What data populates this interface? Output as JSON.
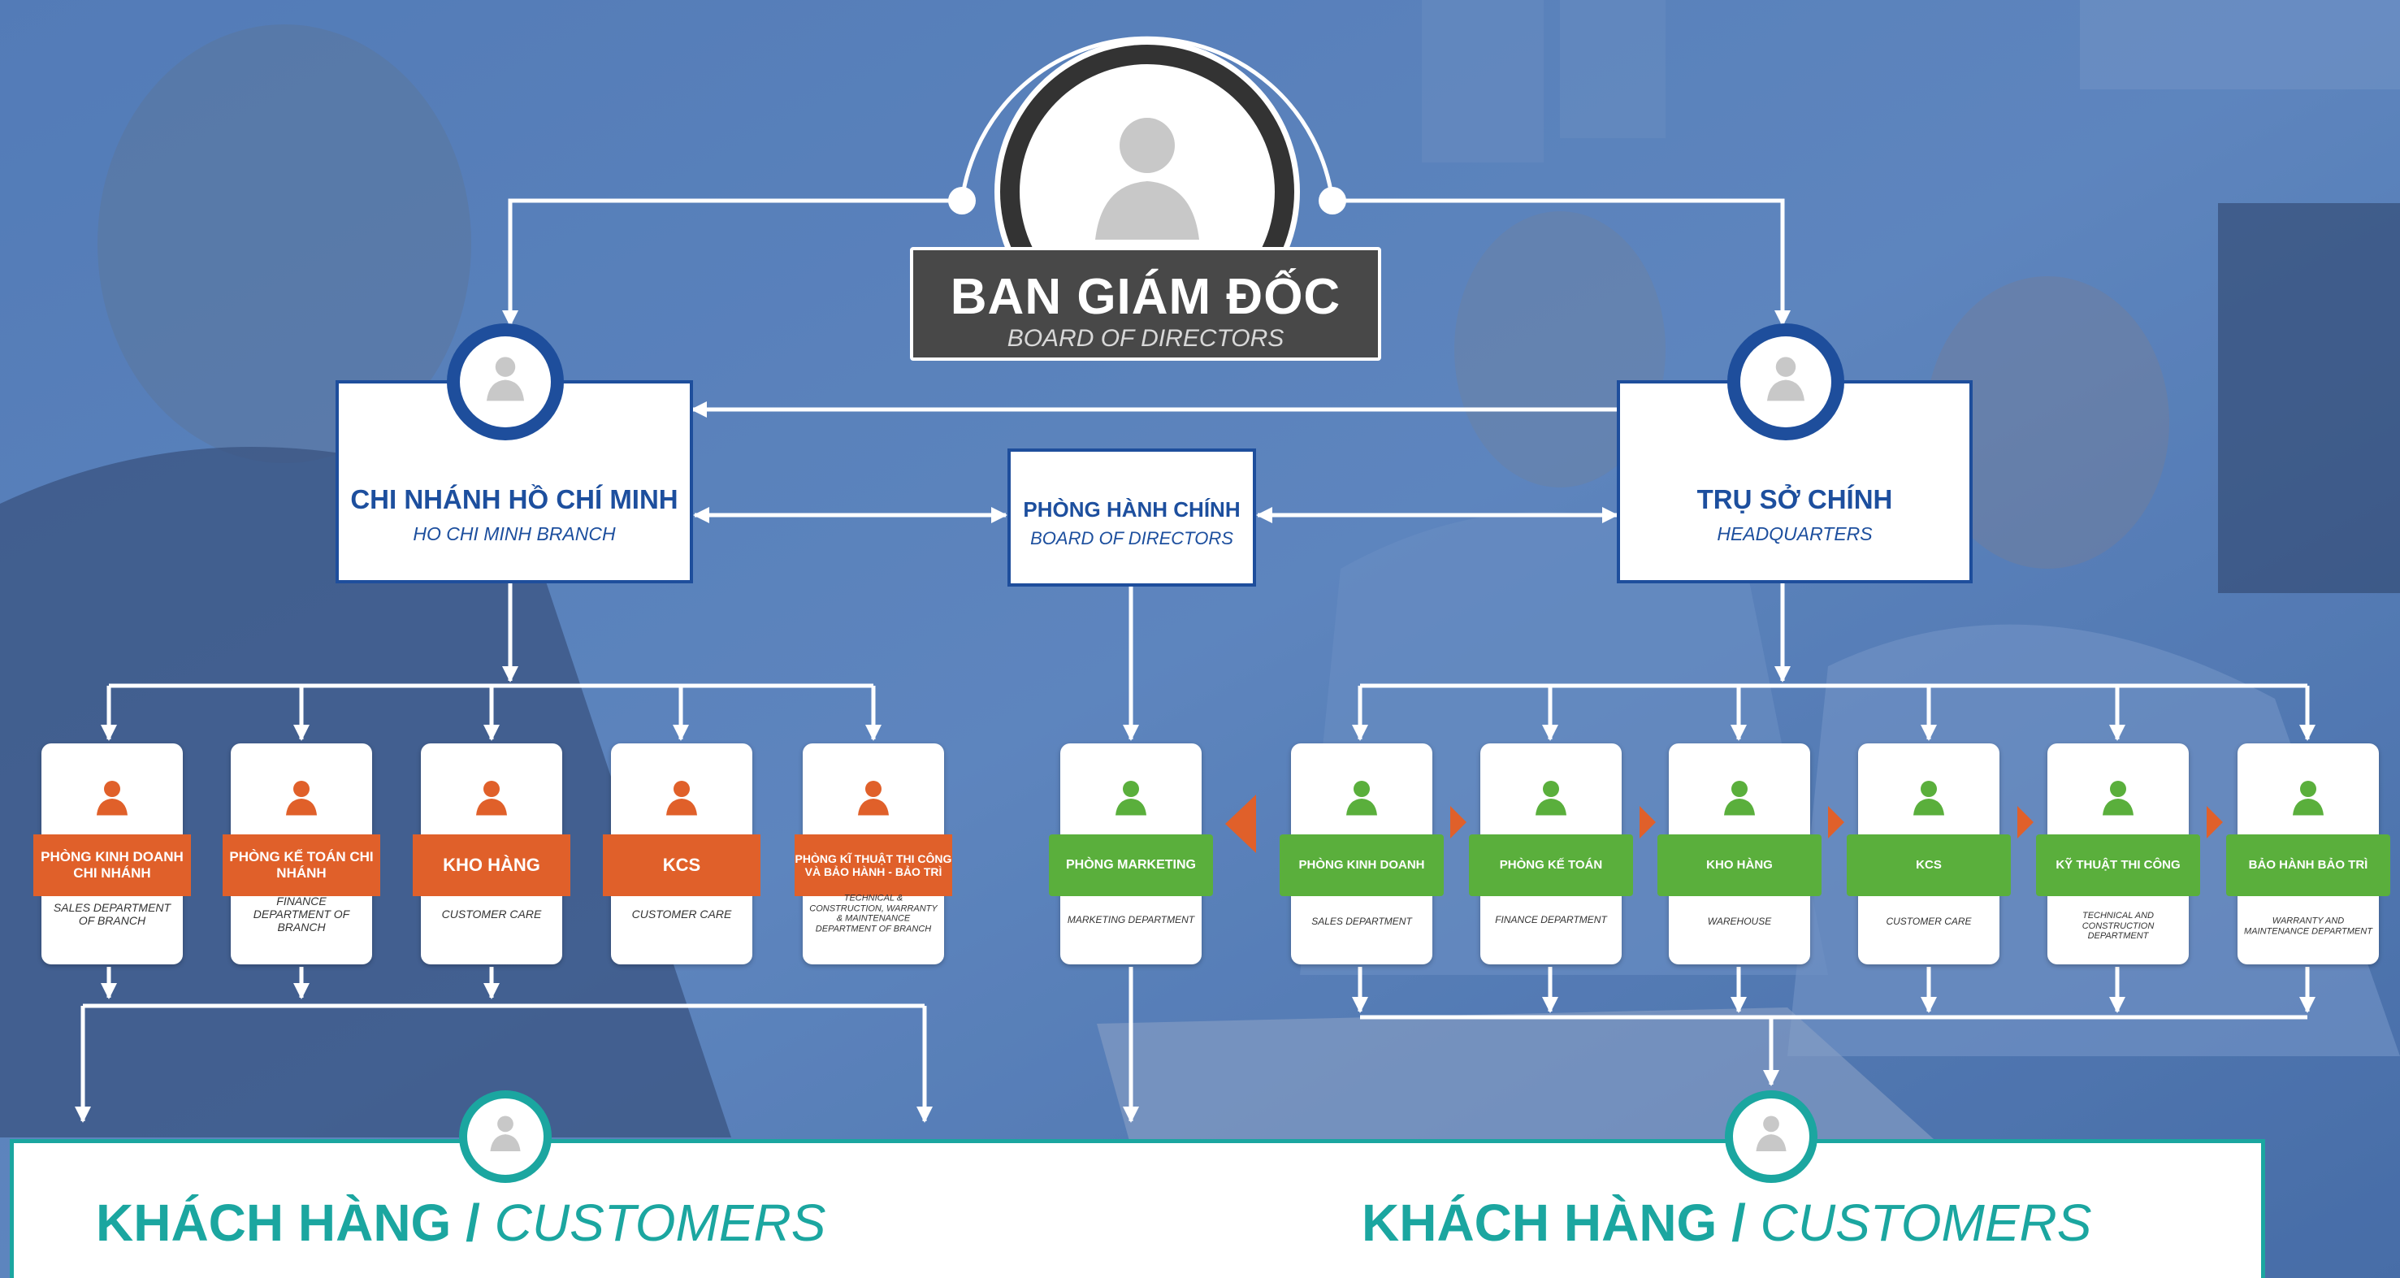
{
  "colors": {
    "navy": "#1e4e9c",
    "orange": "#e0602a",
    "green": "#5aaf3c",
    "teal": "#1ba6a0",
    "dark": "#4a4a4a"
  },
  "board": {
    "title": "BAN GIÁM ĐỐC",
    "subtitle": "BOARD OF DIRECTORS",
    "icon": "person-icon"
  },
  "hcm": {
    "title": "CHI NHÁNH HỒ CHÍ MINH",
    "subtitle": "HO CHI MINH BRANCH"
  },
  "admin": {
    "title": "PHÒNG HÀNH CHÍNH",
    "subtitle": "BOARD OF DIRECTORS"
  },
  "hq": {
    "title": "TRỤ SỞ CHÍNH",
    "subtitle": "HEADQUARTERS"
  },
  "branch_depts": [
    {
      "title": "PHÒNG KINH DOANH CHI NHÁNH",
      "subtitle": "SALES DEPARTMENT OF BRANCH"
    },
    {
      "title": "PHÒNG KẾ TOÁN CHI NHÁNH",
      "subtitle": "FINANCE DEPARTMENT OF BRANCH"
    },
    {
      "title": "KHO HÀNG",
      "subtitle": "CUSTOMER CARE"
    },
    {
      "title": "KCS",
      "subtitle": "CUSTOMER CARE"
    },
    {
      "title": "PHÒNG KĨ THUẬT THI CÔNG VÀ BẢO HÀNH - BẢO TRÌ",
      "subtitle": "TECHNICAL & CONSTRUCTION, WARRANTY & MAINTENANCE DEPARTMENT OF BRANCH"
    }
  ],
  "marketing": {
    "title": "PHÒNG MARKETING",
    "subtitle": "MARKETING DEPARTMENT"
  },
  "hq_depts": [
    {
      "title": "PHÒNG KINH DOANH",
      "subtitle": "SALES DEPARTMENT"
    },
    {
      "title": "PHÒNG KẾ TOÁN",
      "subtitle": "FINANCE DEPARTMENT"
    },
    {
      "title": "KHO HÀNG",
      "subtitle": "WAREHOUSE"
    },
    {
      "title": "KCS",
      "subtitle": "CUSTOMER CARE"
    },
    {
      "title": "KỸ THUẬT THI CÔNG",
      "subtitle": "TECHNICAL AND CONSTRUCTION DEPARTMENT"
    },
    {
      "title": "BẢO HÀNH BẢO TRÌ",
      "subtitle": "WARRANTY AND MAINTENANCE DEPARTMENT"
    }
  ],
  "customers": [
    {
      "title": "KHÁCH HÀNG /",
      "subtitle": "CUSTOMERS"
    },
    {
      "title": "KHÁCH HÀNG /",
      "subtitle": "CUSTOMERS"
    }
  ]
}
